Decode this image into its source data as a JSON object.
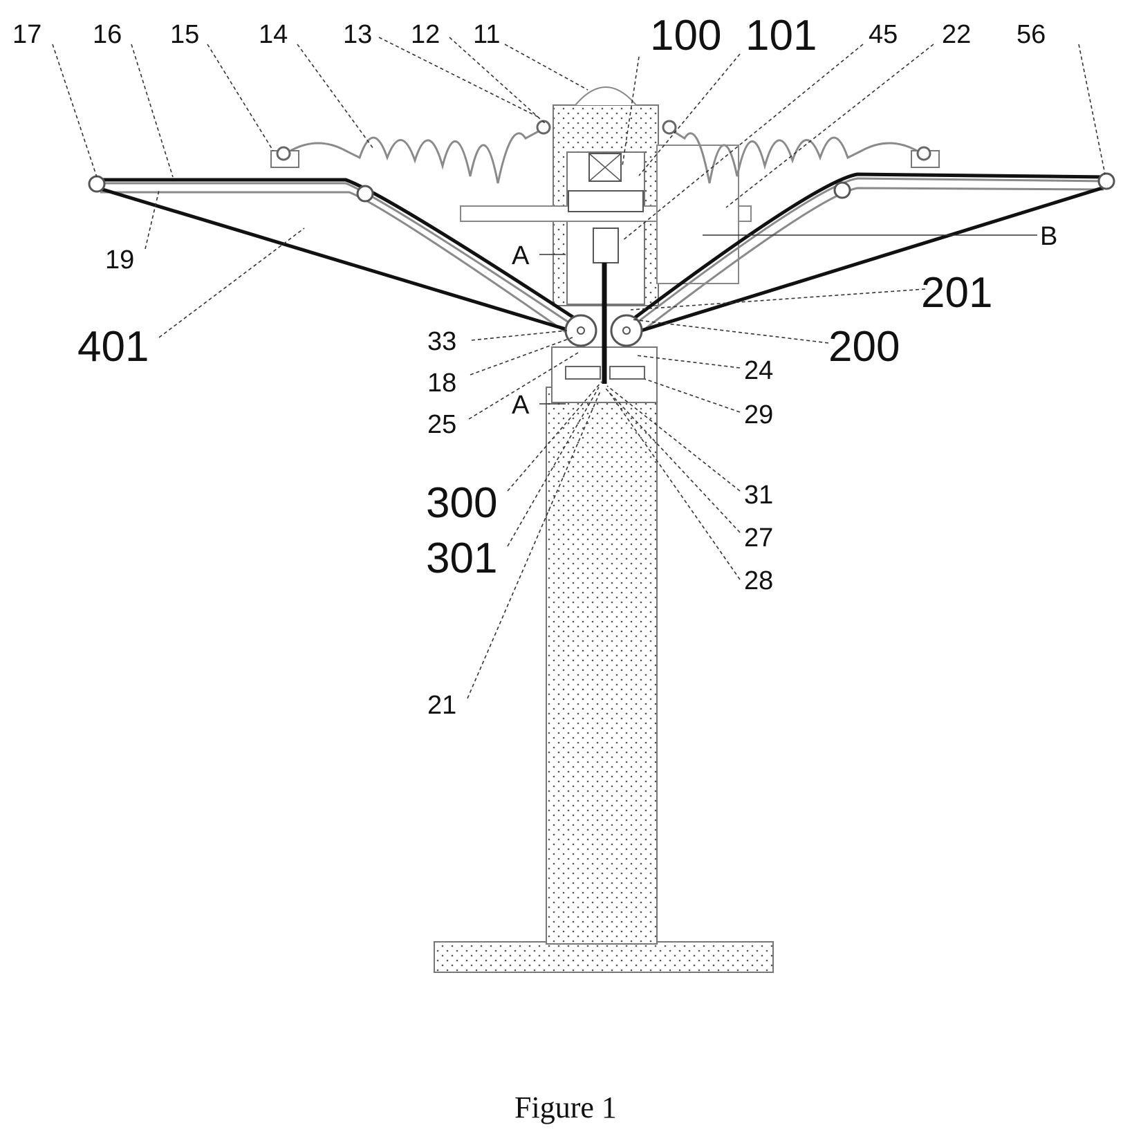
{
  "figure": {
    "caption": "Figure 1",
    "reference_numerals": {
      "n17": "17",
      "n16": "16",
      "n15": "15",
      "n14": "14",
      "n13": "13",
      "n12": "12",
      "n11": "11",
      "n100": "100",
      "n101": "101",
      "n45": "45",
      "n22": "22",
      "n56": "56",
      "n19": "19",
      "nB": "B",
      "nA_top": "A",
      "n201": "201",
      "n200": "200",
      "n401": "401",
      "n33": "33",
      "n18": "18",
      "n24": "24",
      "n25": "25",
      "nA_bottom": "A",
      "n29": "29",
      "n300": "300",
      "n31": "31",
      "n301": "301",
      "n27": "27",
      "n28": "28",
      "n21": "21"
    }
  }
}
